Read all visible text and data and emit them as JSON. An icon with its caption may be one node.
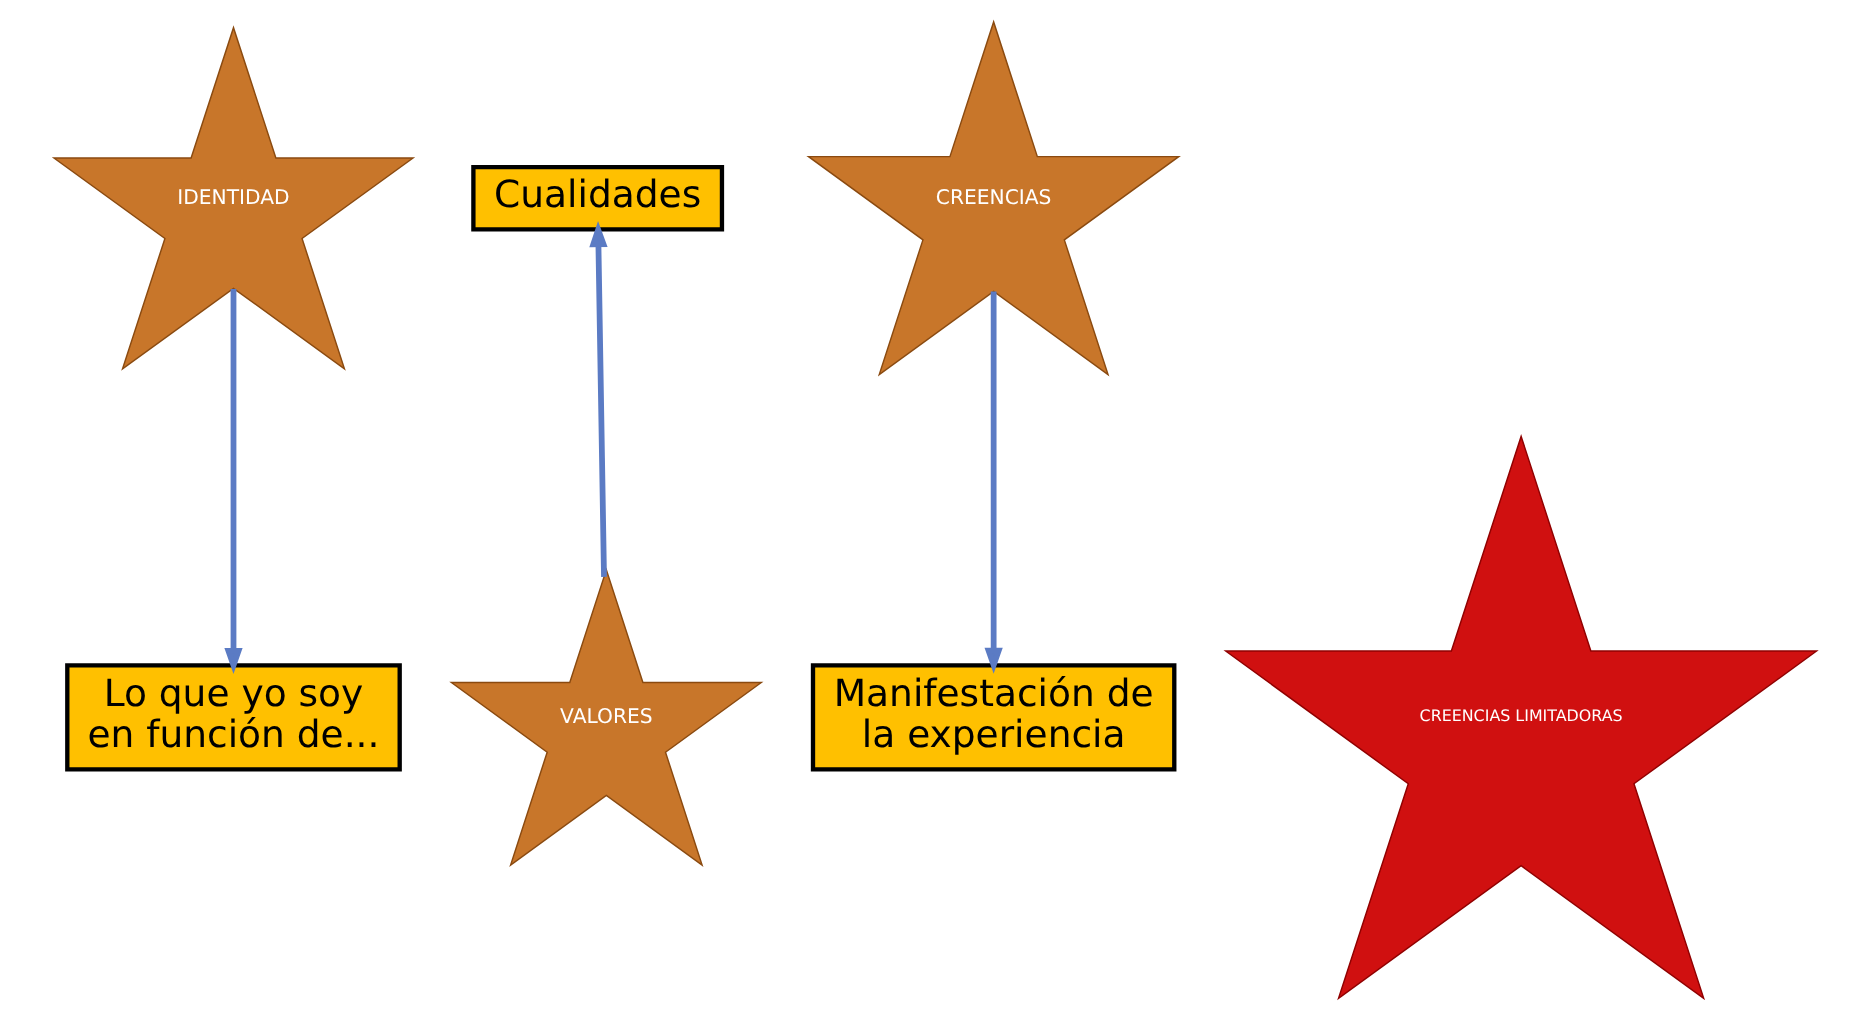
{
  "diagram": {
    "nodes": [
      {
        "text": [
          "IDENTIDAD"
        ]
      },
      {
        "text": [
          "Cualidades"
        ]
      },
      {
        "text": [
          "CREENCIAS"
        ]
      },
      {
        "text": [
          "Lo que yo soy en función de..."
        ]
      },
      {
        "text": [
          "VALORES"
        ]
      },
      {
        "text": [
          "Manifestación de la experiencia"
        ]
      },
      {
        "text": [
          "CREENCIAS LIMITADORAS"
        ]
      }
    ],
    "edges": [
      {
        "from": 0,
        "to": 3,
        "arrow": "to"
      },
      {
        "from": 4,
        "to": 1,
        "arrow": "to"
      },
      {
        "from": 2,
        "to": 5,
        "arrow": "to"
      }
    ]
  }
}
